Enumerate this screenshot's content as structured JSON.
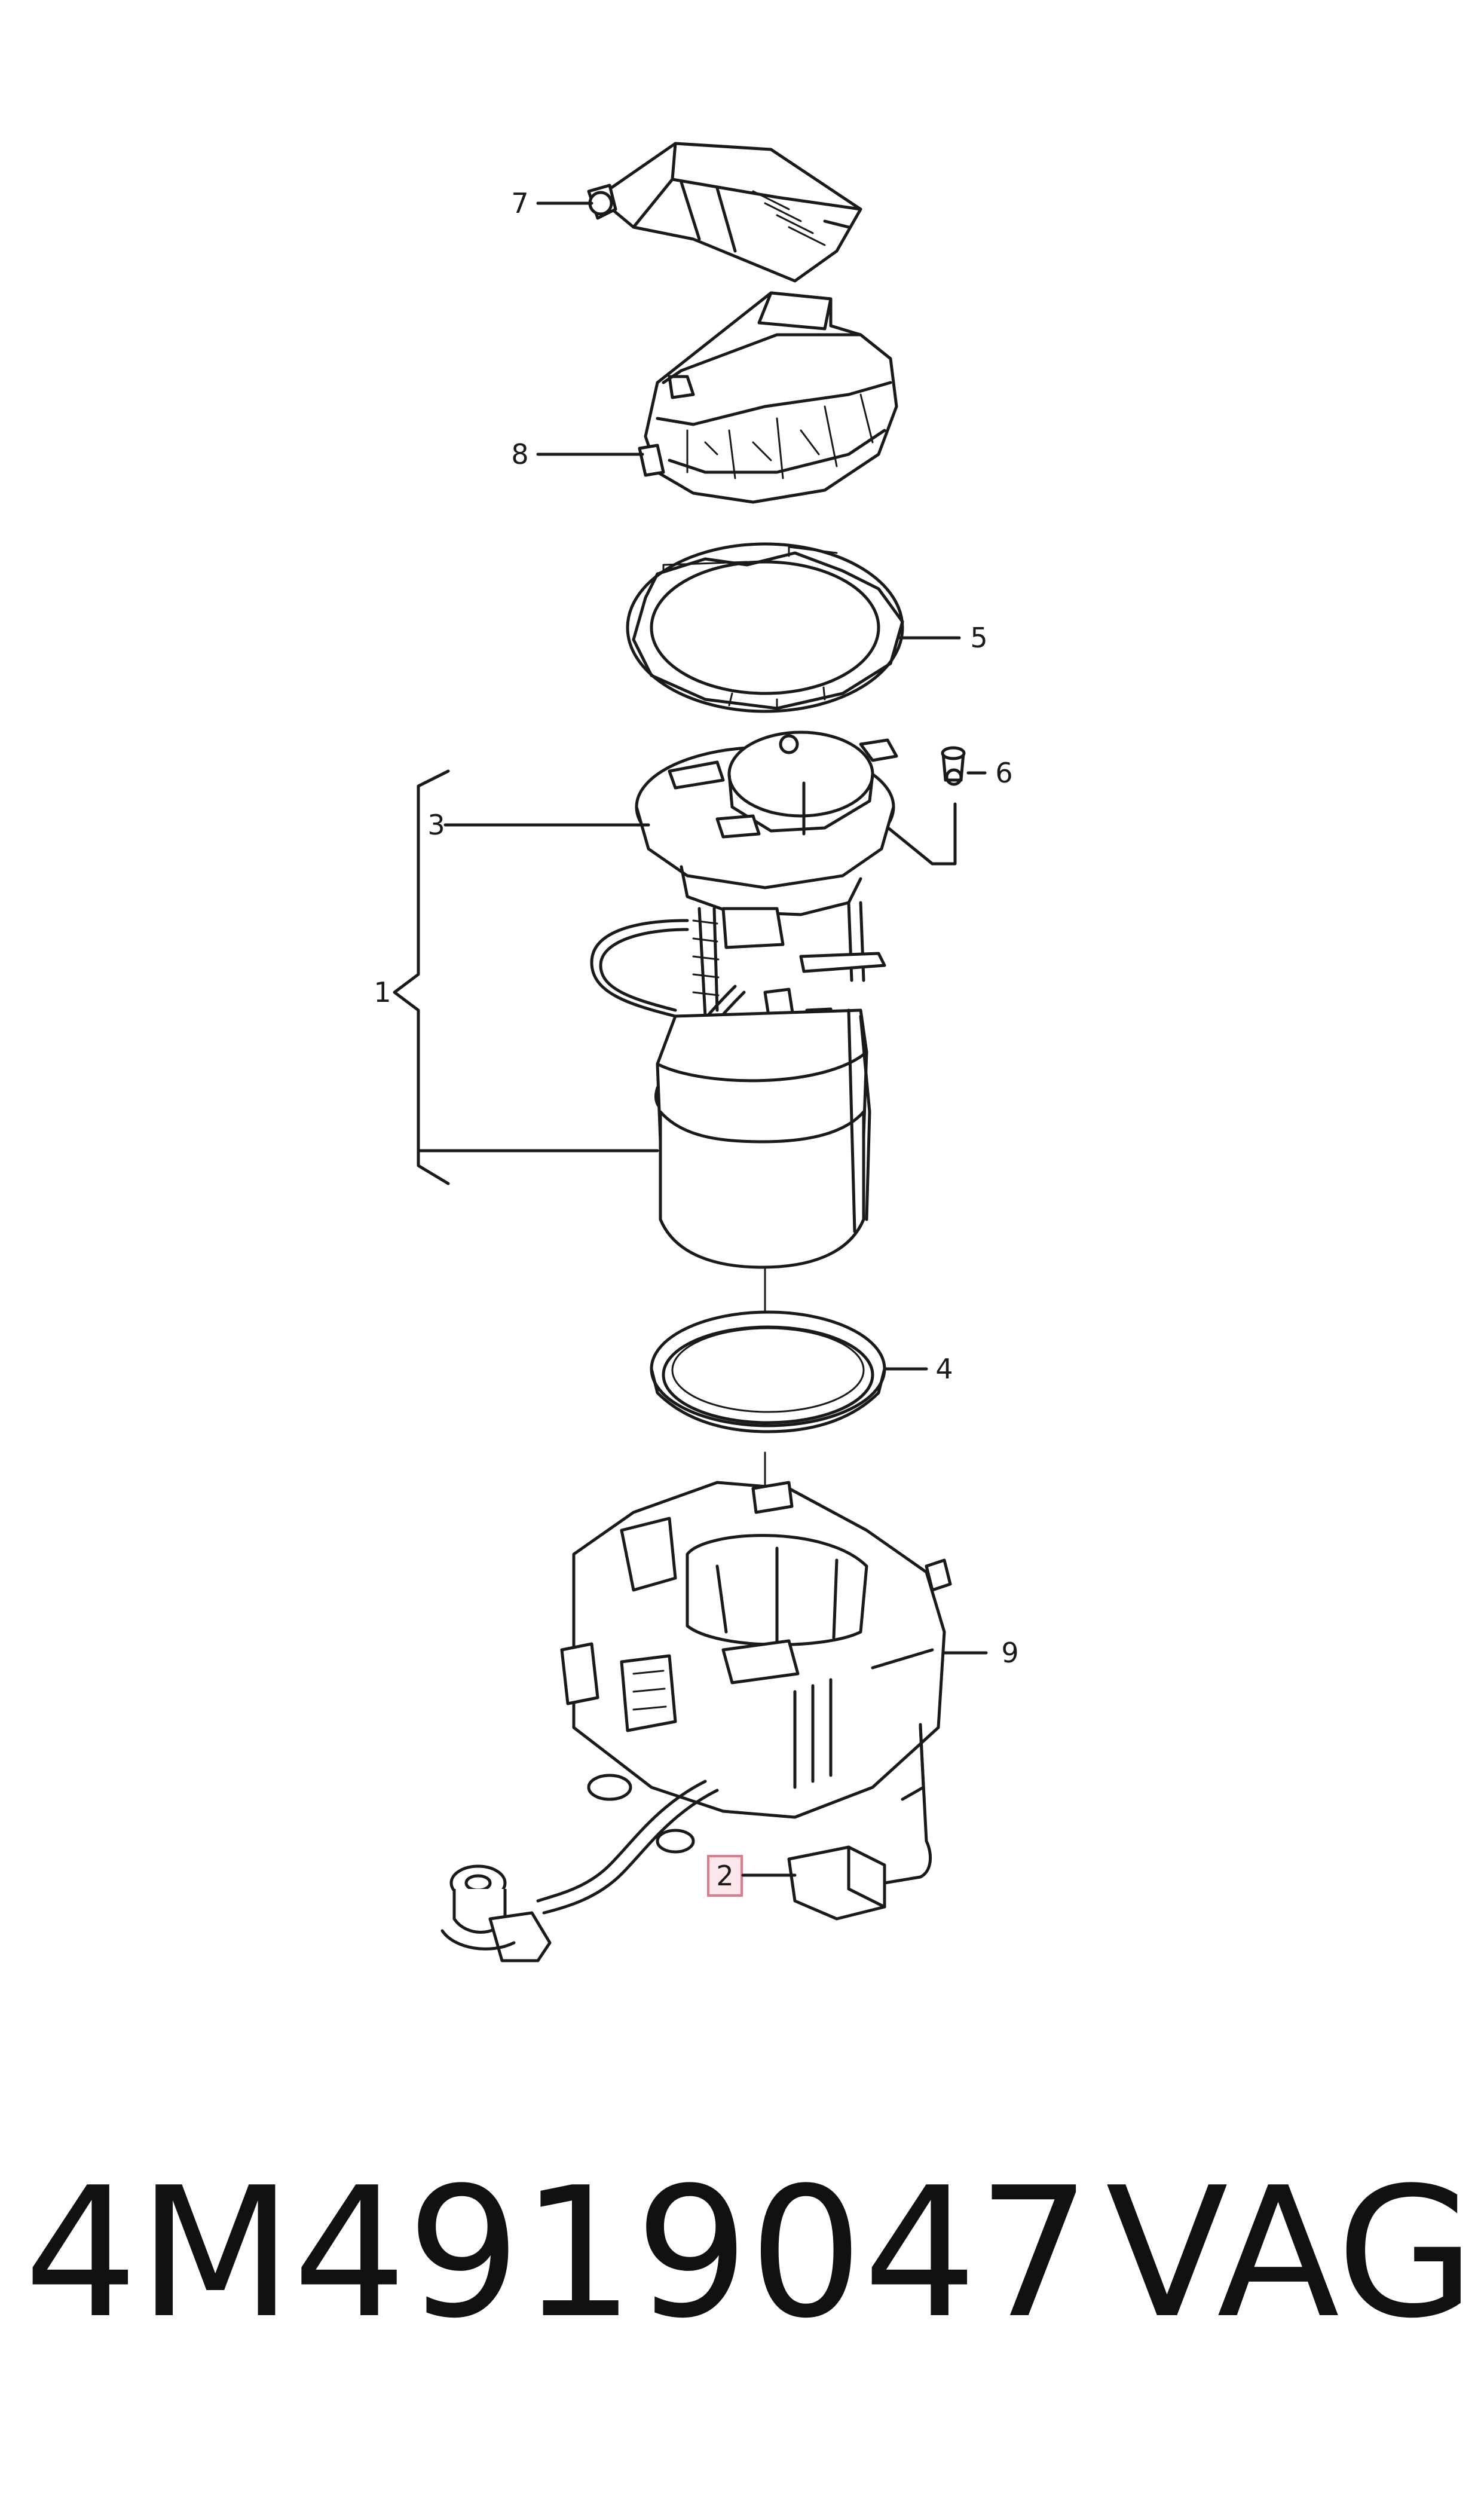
{
  "diagram": {
    "callouts": [
      {
        "id": "7",
        "label": "7"
      },
      {
        "id": "8",
        "label": "8"
      },
      {
        "id": "5",
        "label": "5"
      },
      {
        "id": "6",
        "label": "6"
      },
      {
        "id": "3",
        "label": "3"
      },
      {
        "id": "1",
        "label": "1"
      },
      {
        "id": "4",
        "label": "4"
      },
      {
        "id": "9",
        "label": "9"
      },
      {
        "id": "2",
        "label": "2",
        "highlighted": true
      }
    ],
    "highlight_color": "#e07a8a"
  },
  "footer": {
    "part_number": "4M4919047",
    "brand": "VAG"
  }
}
